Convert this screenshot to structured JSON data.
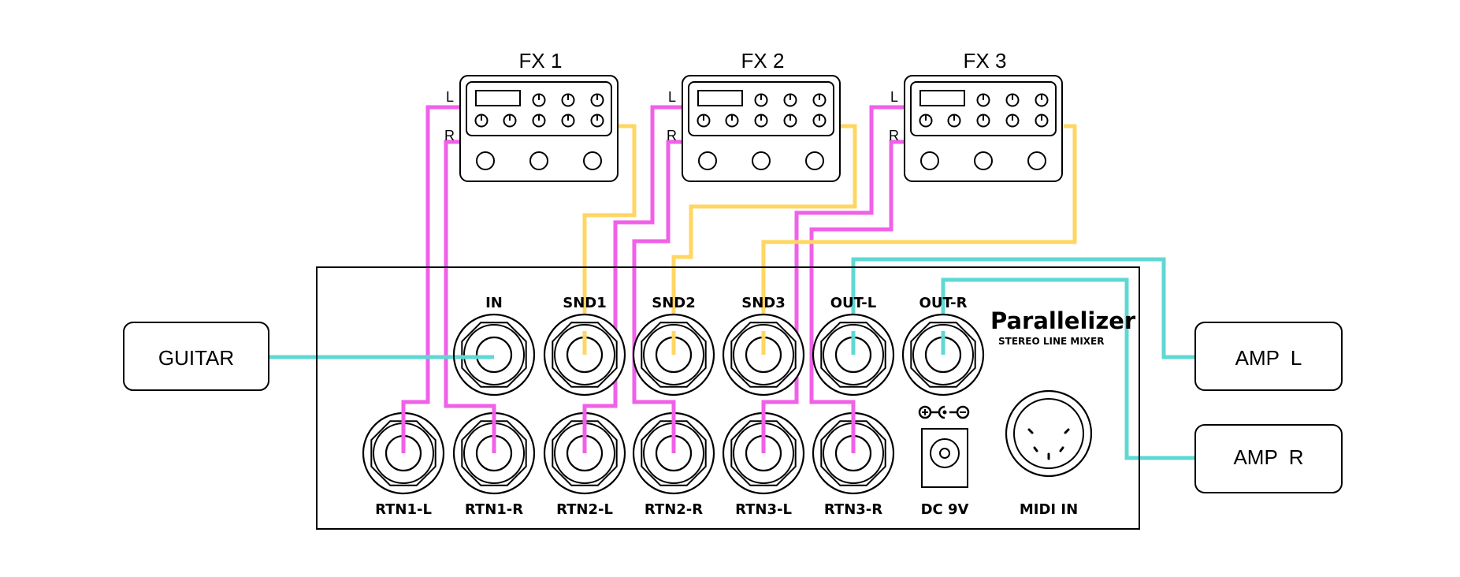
{
  "colors": {
    "cable_pink": "#f060e8",
    "cable_yellow": "#ffd662",
    "cable_teal": "#5fd8d4",
    "ink": "#000000"
  },
  "fx_units": [
    {
      "title": "FX 1",
      "left_label": "L",
      "right_label": "R"
    },
    {
      "title": "FX 2",
      "left_label": "L",
      "right_label": "R"
    },
    {
      "title": "FX 3",
      "left_label": "L",
      "right_label": "R"
    }
  ],
  "external": {
    "guitar": "GUITAR",
    "amp_l": "AMP  L",
    "amp_r": "AMP  R"
  },
  "mixer": {
    "brand": "Parallelizer",
    "subtitle": "STEREO LINE MIXER",
    "top_jacks": [
      "IN",
      "SND1",
      "SND2",
      "SND3",
      "OUT-L",
      "OUT-R"
    ],
    "bottom_jacks": [
      "RTN1-L",
      "RTN1-R",
      "RTN2-L",
      "RTN2-R",
      "RTN3-L",
      "RTN3-R"
    ],
    "dc_label": "DC 9V",
    "midi_label": "MIDI IN"
  }
}
